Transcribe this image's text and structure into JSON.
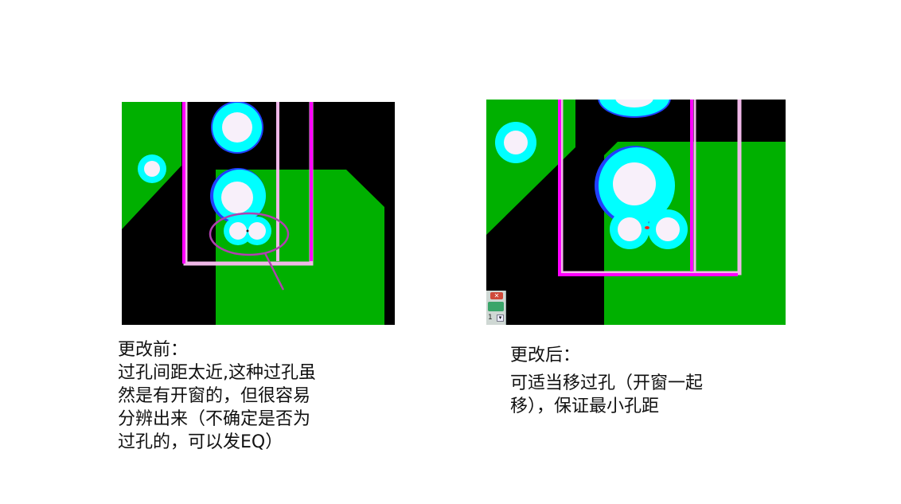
{
  "colors": {
    "copper": "#00b000",
    "background": "#000000",
    "pad_ring": "#00ffff",
    "pad_edge": "#2040ff",
    "drill": "#f8f0fa",
    "trace_magenta": "#ff00ff",
    "trace_pink": "#f0b8e8",
    "highlight_ellipse": "#b040b0",
    "marker_red": "#ff2020"
  },
  "before": {
    "caption_lines": [
      "更改前：",
      "过孔间距太近,这种过孔虽",
      "然是有开窗的，但很容易",
      "分辨出来（不确定是否为",
      "过孔的，可以发EQ）"
    ]
  },
  "after": {
    "caption_lines": [
      "更改后：",
      "可适当移过孔（开窗一起",
      "移），保证最小孔距"
    ],
    "widget_value": "1"
  }
}
